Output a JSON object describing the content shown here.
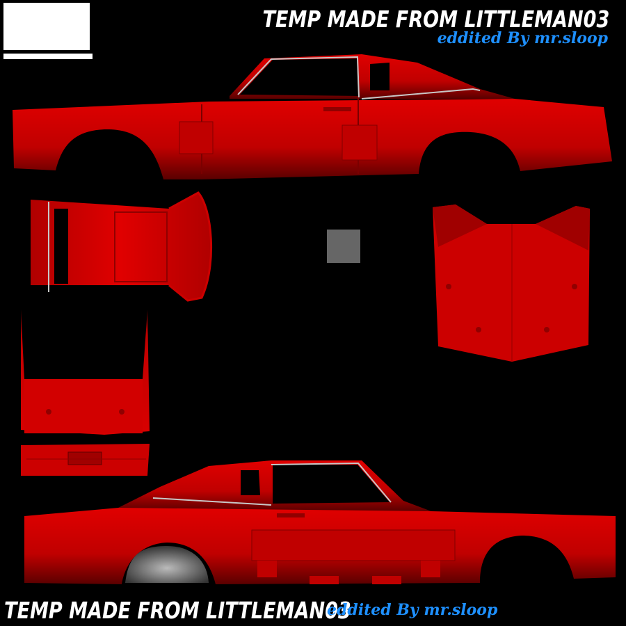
{
  "credits": {
    "top_title": "TEMP MADE FROM LITTLEMAN03",
    "top_subtitle": "eddited  By  mr.sloop",
    "bottom_title": "TEMP MADE FROM LITTLEMAN03",
    "bottom_subtitle": "eddited  By  mr.sloop"
  },
  "colors": {
    "background": "#000000",
    "body_paint": "#d40000",
    "body_shadow": "#6a0000",
    "chrome_trim": "#c8c8c8",
    "glass": "#000000",
    "credit_title": "#ffffff",
    "credit_subtitle": "#1e90ff",
    "swatch_gray": "#666666"
  },
  "texture_parts": [
    "left-side-panel",
    "roof-panel",
    "hood-panel",
    "trunk-panel",
    "rear-bumper",
    "right-side-panel",
    "gray-swatch",
    "white-swatch"
  ]
}
